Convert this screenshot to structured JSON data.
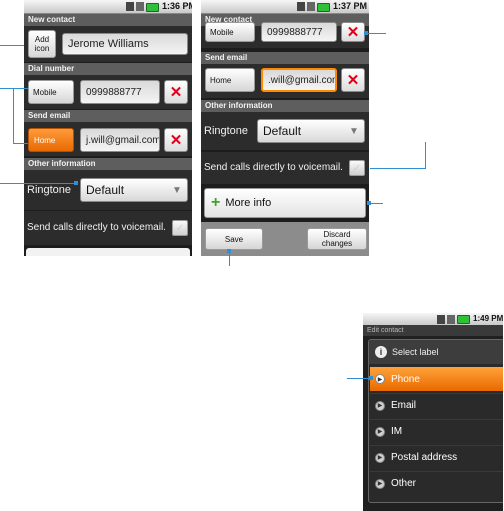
{
  "screen1": {
    "status_time": "1:36 PM",
    "sections": {
      "new_contact": "New contact",
      "dial_number": "Dial number",
      "send_email": "Send email",
      "other_information": "Other information"
    },
    "add_icon_label": "Add icon",
    "name_value": "Jerome Williams",
    "phone_label": "Mobile",
    "phone_value": "0999888777",
    "email_label": "Home",
    "email_value": "j.will@gmail.com",
    "ringtone_label": "Ringtone",
    "ringtone_value": "Default",
    "voicemail_label": "Send calls directly to voicemail."
  },
  "screen2": {
    "status_time": "1:37 PM",
    "sections": {
      "new_contact": "New contact",
      "send_email": "Send email",
      "other_information": "Other information"
    },
    "phone_label": "Mobile",
    "phone_value": "0999888777",
    "email_label": "Home",
    "email_value": ".will@gmail.com",
    "ringtone_label": "Ringtone",
    "ringtone_value": "Default",
    "voicemail_label": "Send calls directly to voicemail.",
    "more_info_label": "More info",
    "save_label": "Save",
    "discard_label": "Discard changes"
  },
  "screen3": {
    "status_time": "1:49 PM",
    "header": "Edit contact",
    "dialog_title": "Select label",
    "options": [
      "Phone",
      "Email",
      "IM",
      "Postal address",
      "Other"
    ],
    "selected_option": "Phone"
  },
  "colors": {
    "accent_orange": "#ff8a00",
    "callout_blue": "#2f8fd2",
    "delete_red": "#e0001b"
  }
}
